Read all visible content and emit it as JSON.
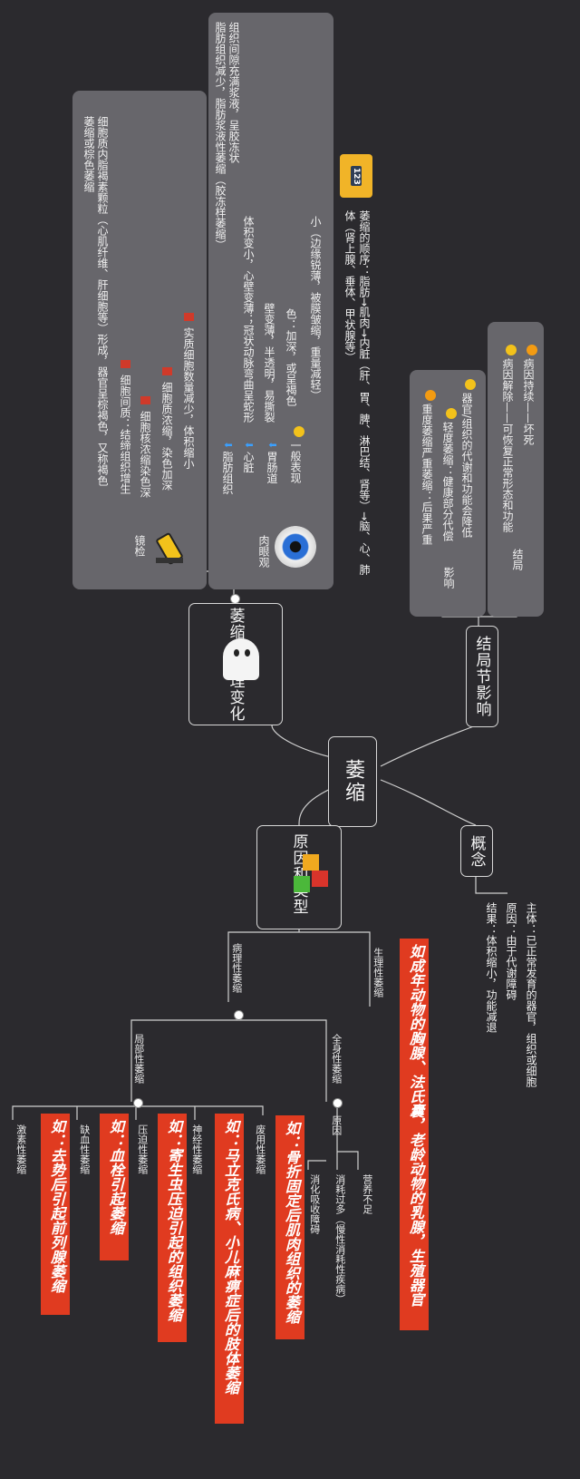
{
  "center": "萎缩",
  "branches": {
    "pathology": "萎缩的病理变化",
    "outcome": "结局节影响",
    "causes": "原因和类型",
    "concept": "概念"
  },
  "concept_items": [
    "主体：已正常发育的器官，组织或细胞",
    "原因：由于代谢障碍",
    "结果：体积缩小，功能减退"
  ],
  "outcome_sub": {
    "result_label": "结局",
    "effect_label": "影响",
    "result_item1": "病因持续——坏死",
    "result_item2": "病因解除——可恢复正常形态和功能",
    "effect_item1": "器官/组织的代谢和功能会降低",
    "effect_item2": "轻度萎缩：健康部分代偿",
    "effect_item3": "重度萎缩严重萎缩：后果严重"
  },
  "pathology": {
    "order_badge": "123",
    "order_text1": "萎缩的顺序：脂肪→肌肉→内脏（肝、胃、脾、淋巴结、肾等）→脑、心、肺",
    "order_text2": "体（肾上腺、垂体、甲状腺等）",
    "visual_label": "肉眼观",
    "v_general": "一般表现",
    "v_small": "小（边缘锐薄，被膜皱缩，重量减轻）",
    "v_color": "色：加深，或呈褐色",
    "v_stomach": "胃肠道",
    "v_stomach_text": "壁变薄，半透明，易撕裂",
    "v_heart": "心脏",
    "v_heart_text": "体积变小，心壁变薄；冠状动脉弯曲呈蛇形",
    "v_fat": "脂肪组织",
    "v_fat_text1": "脂肪组织减少，脂肪浆液性萎缩（胶冻样萎缩）",
    "v_fat_text2": "组织间隙充满浆液，呈胶冻状",
    "micro_label": "镜检",
    "m1": "实质细胞数量减少，体积缩小",
    "m2": "细胞质浓缩，染色加深",
    "m3": "细胞间质：结缔组织增生",
    "m4": "细胞核浓缩染色深",
    "m5": "细胞质内脂褐素颗粒（心肌纤维、肝细胞等）形成，器官呈棕褐色，又称褐色",
    "m6": "萎缩或棕色萎缩"
  },
  "causes_tree": {
    "physio": "生理性萎缩",
    "physio_ex": "如成年动物的胸腺、法氏囊，老龄动物的乳腺，生殖器官",
    "patho": "病理性萎缩",
    "general": "全身性萎缩",
    "reason": "原因",
    "r1": "营养不足",
    "r2": "消耗过多（慢性消耗性疾病）",
    "r3": "消化吸收障碍",
    "local": "局部性萎缩",
    "disuse": "废用性萎缩",
    "disuse_ex": "如：骨折固定后肌肉组织的萎缩",
    "neuro": "神经性萎缩",
    "neuro_ex": "如：马立克氏病、小儿麻痹症后的肢体萎缩",
    "press": "压迫性萎缩",
    "press_ex": "如：寄生虫压迫引起的组织萎缩",
    "ischemia": "缺血性萎缩",
    "ischemia_ex": "如：血栓引起萎缩",
    "hormone": "激素性萎缩",
    "hormone_ex": "如：去势后引起前列腺萎缩"
  },
  "colors": {
    "background": "#2b2a2e",
    "panel": "#67666b",
    "highlight": "#e03b20",
    "badge": "#f1b428"
  }
}
